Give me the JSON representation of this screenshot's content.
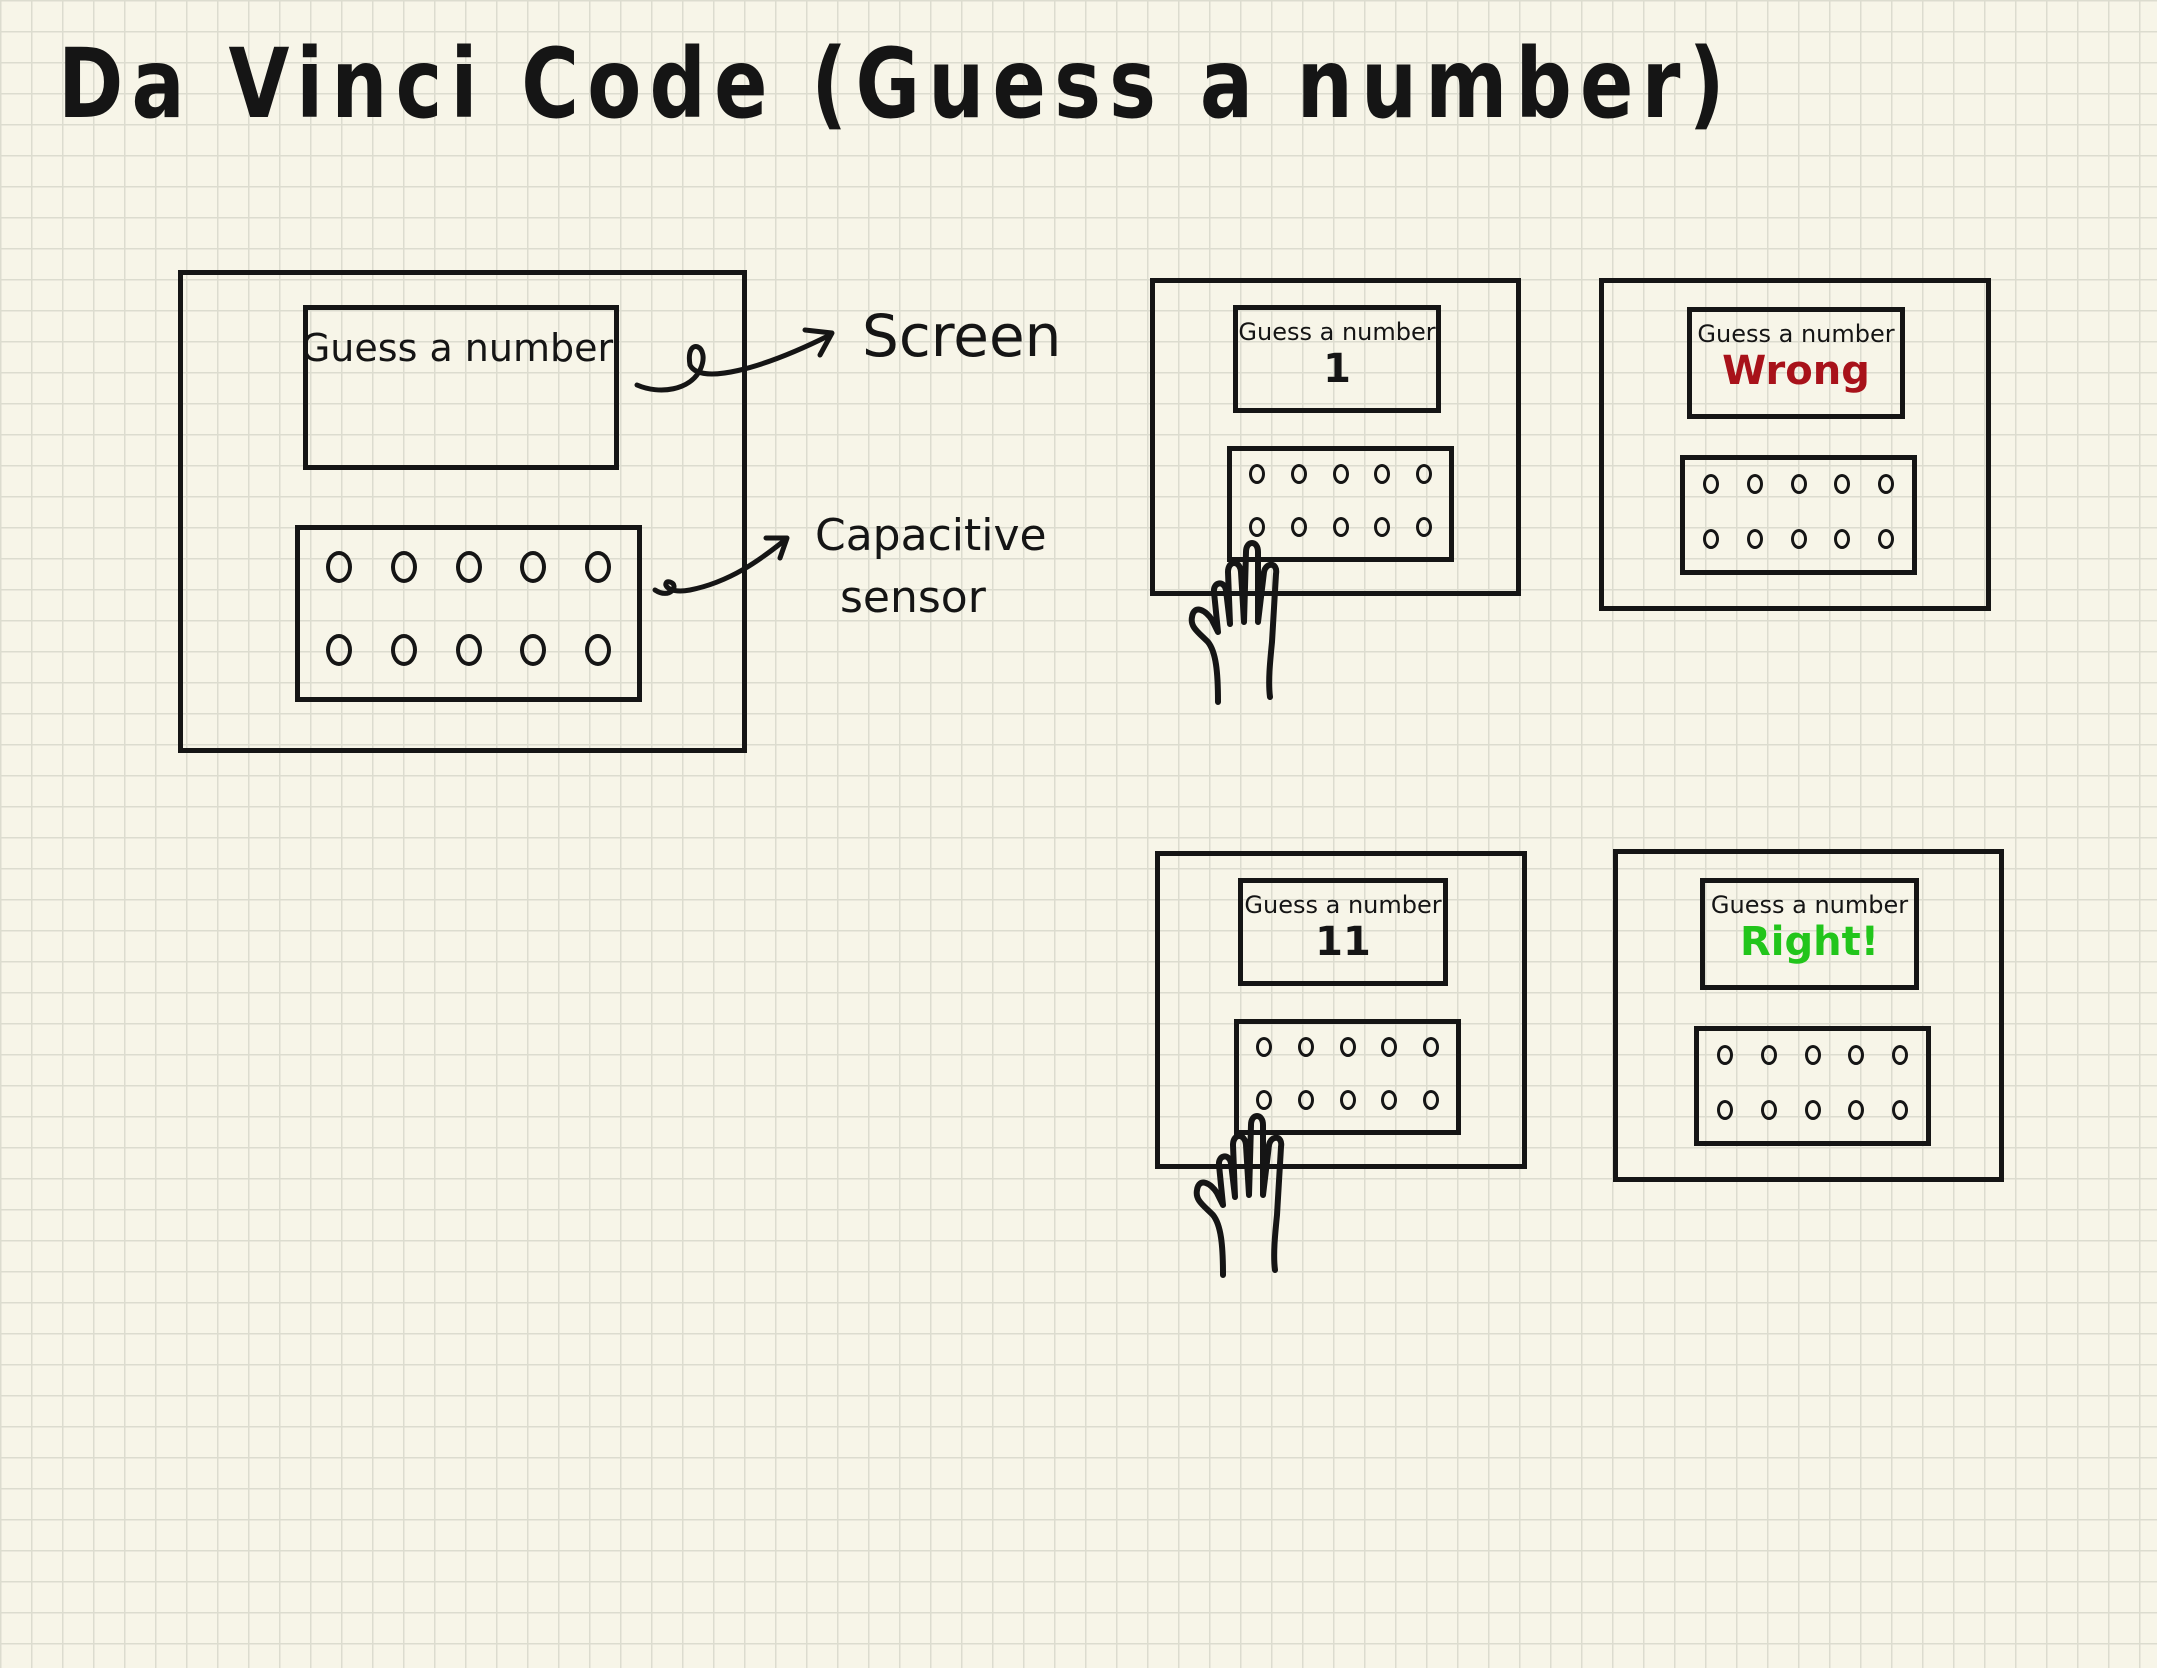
{
  "title": "Da Vinci Code (Guess a number)",
  "callouts": {
    "screen": "Screen",
    "sensor_line1": "Capacitive",
    "sensor_line2": "sensor"
  },
  "main_device": {
    "screen_label": "Guess a number",
    "sensor_rows": 2,
    "pads_per_row": 5
  },
  "scenarios": [
    {
      "label": "Guess a number",
      "value": "1",
      "hand": "hand-icon"
    },
    {
      "label": "Guess a number",
      "value": "Wrong",
      "value_color": "#a8121a"
    },
    {
      "label": "Guess a number",
      "value": "11",
      "hand": "hand-icon"
    },
    {
      "label": "Guess a number",
      "value": "Right!",
      "value_color": "#22c51b"
    }
  ],
  "colors": {
    "ink": "#151515",
    "paper": "#f7f5e8",
    "grid": "#dcdccf",
    "wrong": "#a8121a",
    "right": "#22c51b"
  }
}
